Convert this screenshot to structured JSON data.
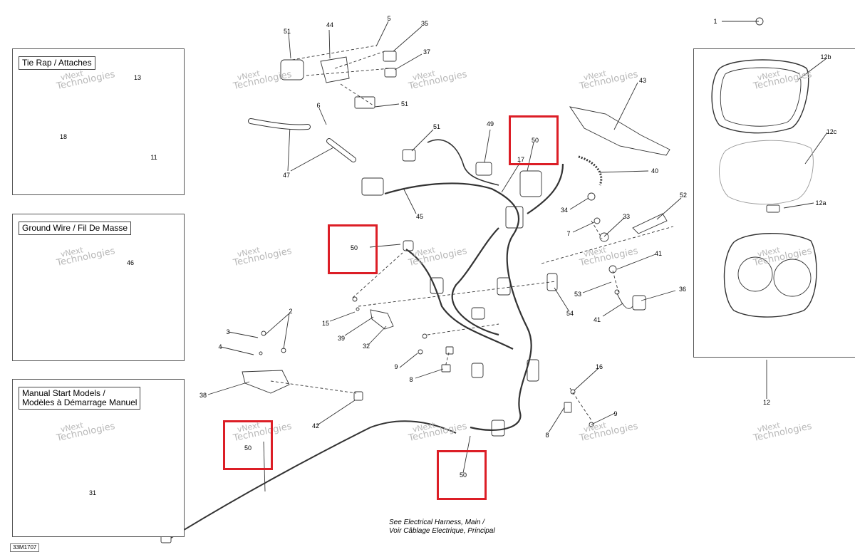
{
  "panels": {
    "tie_rap": {
      "title": "Tie Rap / Attaches"
    },
    "ground_wire": {
      "title": "Ground Wire / Fil De Masse"
    },
    "manual_start": {
      "title": "Manual Start Models /\nModèles à Démarrage Manuel"
    }
  },
  "watermark": {
    "line1": "vNext",
    "line2": "Technologies"
  },
  "callouts": [
    {
      "id": "c13",
      "label": "13"
    },
    {
      "id": "c18",
      "label": "18"
    },
    {
      "id": "c11",
      "label": "11"
    },
    {
      "id": "c46",
      "label": "46"
    },
    {
      "id": "c31",
      "label": "31"
    },
    {
      "id": "c51a",
      "label": "51"
    },
    {
      "id": "c44",
      "label": "44"
    },
    {
      "id": "c5",
      "label": "5"
    },
    {
      "id": "c35",
      "label": "35"
    },
    {
      "id": "c37",
      "label": "37"
    },
    {
      "id": "c6",
      "label": "6"
    },
    {
      "id": "c51b",
      "label": "51"
    },
    {
      "id": "c47",
      "label": "47"
    },
    {
      "id": "c51c",
      "label": "51"
    },
    {
      "id": "c49",
      "label": "49"
    },
    {
      "id": "c17",
      "label": "17"
    },
    {
      "id": "c45",
      "label": "45"
    },
    {
      "id": "c43",
      "label": "43"
    },
    {
      "id": "c40",
      "label": "40"
    },
    {
      "id": "c34",
      "label": "34"
    },
    {
      "id": "c7",
      "label": "7"
    },
    {
      "id": "c33",
      "label": "33"
    },
    {
      "id": "c52",
      "label": "52"
    },
    {
      "id": "c41a",
      "label": "41"
    },
    {
      "id": "c53",
      "label": "53"
    },
    {
      "id": "c36",
      "label": "36"
    },
    {
      "id": "c41b",
      "label": "41"
    },
    {
      "id": "c54",
      "label": "54"
    },
    {
      "id": "c15",
      "label": "15"
    },
    {
      "id": "c39",
      "label": "39"
    },
    {
      "id": "c32",
      "label": "32"
    },
    {
      "id": "c2",
      "label": "2"
    },
    {
      "id": "c3",
      "label": "3"
    },
    {
      "id": "c4",
      "label": "4"
    },
    {
      "id": "c38",
      "label": "38"
    },
    {
      "id": "c9a",
      "label": "9"
    },
    {
      "id": "c8a",
      "label": "8"
    },
    {
      "id": "c16",
      "label": "16"
    },
    {
      "id": "c9b",
      "label": "9"
    },
    {
      "id": "c8b",
      "label": "8"
    },
    {
      "id": "c42",
      "label": "42"
    },
    {
      "id": "c1",
      "label": "1"
    },
    {
      "id": "c12b",
      "label": "12b"
    },
    {
      "id": "c12c",
      "label": "12c"
    },
    {
      "id": "c12a",
      "label": "12a"
    },
    {
      "id": "c12",
      "label": "12"
    }
  ],
  "highlights": [
    {
      "id": "h1",
      "label": "50"
    },
    {
      "id": "h2",
      "label": "50"
    },
    {
      "id": "h3",
      "label": "50"
    },
    {
      "id": "h4",
      "label": "50"
    }
  ],
  "note": {
    "line1": "See Electrical Harness, Main /",
    "line2": "Voir Câblage Electrique, Principal"
  },
  "doc_id": "33M1707",
  "colors": {
    "highlight": "#dc1e26",
    "line": "#333333",
    "watermark": "#b8b8b8"
  }
}
